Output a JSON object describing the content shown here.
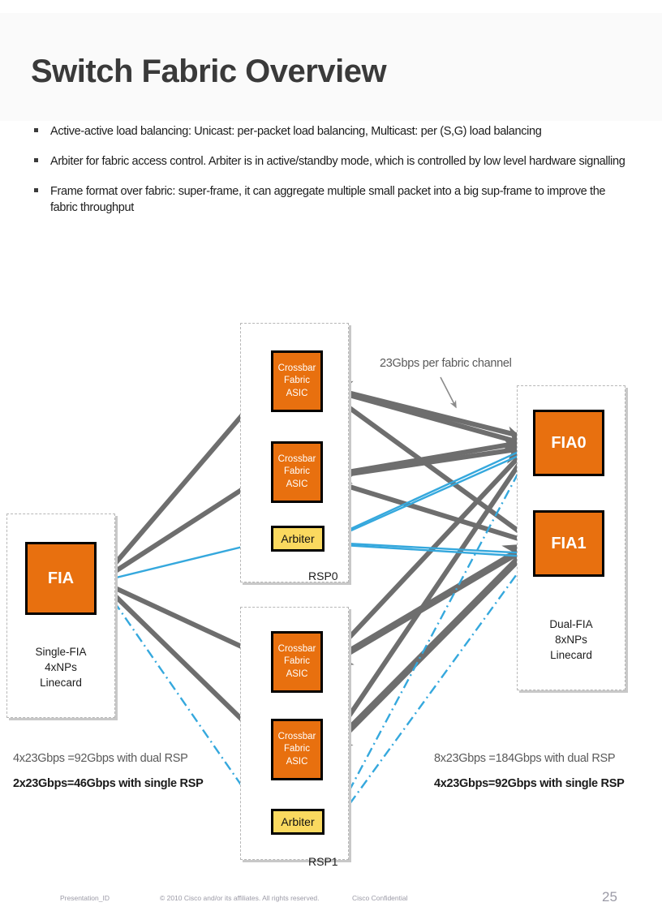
{
  "slide": {
    "title": "Switch Fabric Overview",
    "bullets": [
      "Active-active load balancing: Unicast: per-packet load balancing, Multicast: per (S,G) load balancing",
      "Arbiter for fabric access control. Arbiter is in active/standby mode, which is controlled by low level hardware signalling",
      "Frame format over fabric: super-frame, it can aggregate multiple small packet into a big sup-frame to improve the fabric throughput"
    ]
  },
  "diagram": {
    "left_card": {
      "chip_label": "FIA",
      "caption": "Single-FIA\n4xNPs\nLinecard"
    },
    "rsp0": {
      "name": "RSP0",
      "fabric_asics": [
        {
          "line1": "Crossbar",
          "line2": "Fabric",
          "line3": "ASIC"
        },
        {
          "line1": "Crossbar",
          "line2": "Fabric",
          "line3": "ASIC"
        }
      ],
      "arbiter_label": "Arbiter"
    },
    "rsp1": {
      "name": "RSP1",
      "fabric_asics": [
        {
          "line1": "Crossbar",
          "line2": "Fabric",
          "line3": "ASIC"
        },
        {
          "line1": "Crossbar",
          "line2": "Fabric",
          "line3": "ASIC"
        }
      ],
      "arbiter_label": "Arbiter"
    },
    "right_card": {
      "chip0_label": "FIA0",
      "chip1_label": "FIA1",
      "caption": "Dual-FIA\n8xNPs\nLinecard"
    },
    "channel_note": "23Gbps per fabric channel",
    "left_notes": {
      "line1": "4x23Gbps =92Gbps with dual RSP",
      "line2": "2x23Gbps=46Gbps with single RSP"
    },
    "right_notes": {
      "line1": "8x23Gbps =184Gbps with dual RSP",
      "line2": "4x23Gbps=92Gbps with single RSP"
    },
    "colors": {
      "chip_orange": "#e8700f",
      "arbiter_yellow": "#fad95f",
      "data_link_grey": "#6e6e6e",
      "arbiter_link_blue": "#35a8dd"
    }
  },
  "footer": {
    "presentation_id": "Presentation_ID",
    "copyright": "© 2010 Cisco and/or its affiliates. All rights reserved.",
    "confidential": "Cisco Confidential",
    "page_number": "25"
  }
}
